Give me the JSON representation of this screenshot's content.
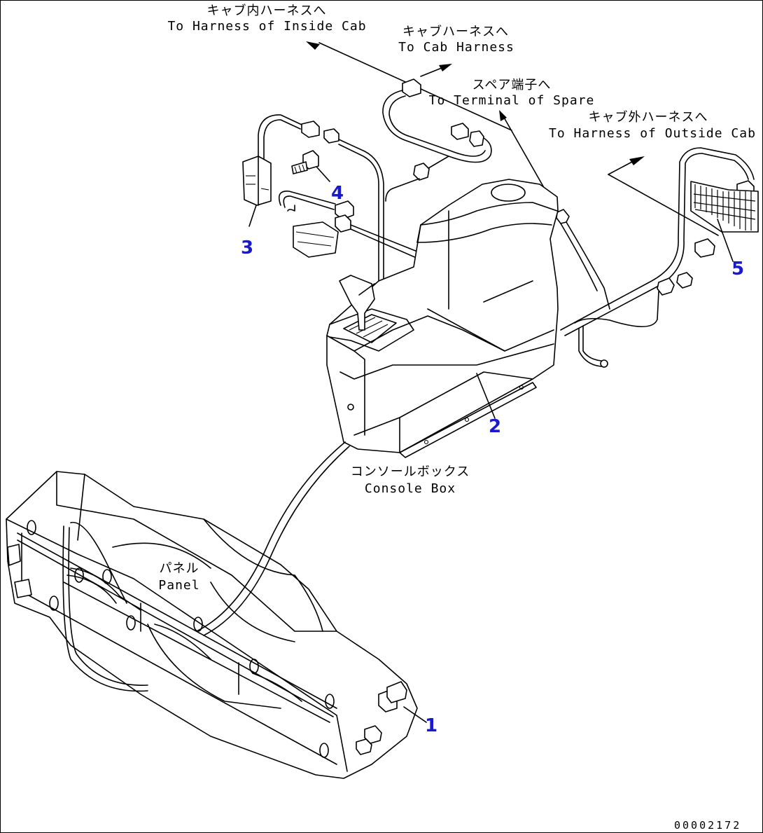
{
  "callouts": {
    "inside_cab": {
      "ja": "キャブ内ハーネスへ",
      "en": "To Harness of Inside Cab"
    },
    "cab_harness": {
      "ja": "キャブハーネスへ",
      "en": "To Cab Harness"
    },
    "spare": {
      "ja": "スペア端子へ",
      "en": "To Terminal of Spare"
    },
    "outside_cab": {
      "ja": "キャブ外ハーネスへ",
      "en": "To Harness of Outside Cab"
    },
    "console": {
      "ja": "コンソールボックス",
      "en": "Console Box"
    },
    "panel": {
      "ja": "パネル",
      "en": "Panel"
    }
  },
  "part_numbers": [
    "1",
    "2",
    "3",
    "4",
    "5"
  ],
  "doc_id": "00002172",
  "colors": {
    "line": "#000000",
    "part_number": "#1a1acc",
    "background": "#ffffff"
  }
}
